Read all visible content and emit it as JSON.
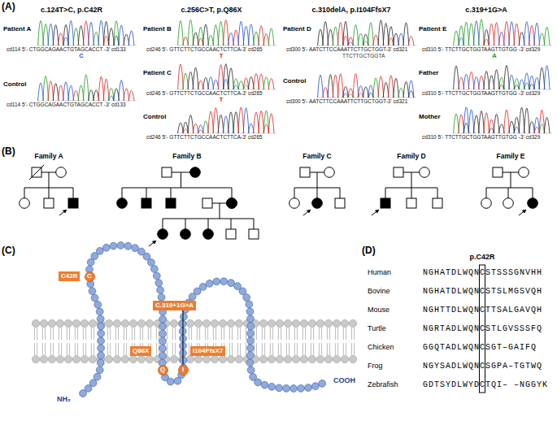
{
  "diagram": {
    "nodes": [
      {
        "text": [
          "C42R"
        ]
      },
      {
        "text": [
          "C"
        ]
      },
      {
        "text": [
          "C.319+1G>A"
        ]
      },
      {
        "text": [
          "Q86X"
        ]
      },
      {
        "text": [
          "Q"
        ]
      },
      {
        "text": [
          "I104FfsX7"
        ]
      },
      {
        "text": [
          "I"
        ]
      }
    ],
    "edges": [
      {
        "from": 2,
        "to": 6,
        "arrow": "none"
      }
    ],
    "labels": [
      "(A)",
      "c.124T>C, p.C42R",
      "Patient A",
      "cd114 5'- CTGGCAGAACTGTAGCACCT -3' cd133",
      "C",
      "Control",
      "cd114 5'- CTGGCAGAACTGTAGCACCT -3' cd133",
      "c.256C>T, p.Q86X",
      "Patient B",
      "cd246 5'- GTTCTTCTGCCAACTCTTCA-3' cd265",
      "T",
      "Patient C",
      "cd246 5'- GTTCTTCTGCCAACTCTTCA-3' cd265",
      "T",
      "Control",
      "cd246 5'- GTTCTTCTGCCAACTCTTCA-3' cd265",
      "c.310delA, p.I104FfsX7",
      "Patient D",
      "cd300 5'- AATCTTCCAAATTCTTGCTGGT-3' cd321",
      "TTCTTGCTGGTA",
      "Control",
      "cd300 5'- AATCTTCCAAATTCTTGCTGGT-3' cd321",
      "c.319+1G>A",
      "Patient E",
      "cd310 5'- TTCTTGCTGGTAAGTTGTGG -3' cd329",
      "A",
      "Father",
      "cd310 5'- TTCTTGCTGGTAAGTTGTGG -3' cd329",
      "Mother",
      "cd310 5'- TTCTTGCTGGTAAGTTGTGG -3' cd329",
      "(B)",
      "Family A",
      "Family B",
      "Family C",
      "Family D",
      "Family E",
      "(C)",
      "NH₂",
      "COOH",
      "(D)",
      "p.C42R",
      "Human",
      "Bovine",
      "Mouse",
      "Turtle",
      "Chicken",
      "Frog",
      "Zebrafish",
      "NGHATDLWQNCSTSSSGNVHH",
      "NGHATDLWQNCSTSLMGSVQH",
      "NGHTTDLWQNCTTSALGAVQH",
      "NGRTADLWQNCSTLGVSSSFQ",
      "GGQTADLWQNCSGT–GAIFQ",
      "NGYSADLWQNCSGPA–TGTWQ",
      "GDTSYDLWYDCTQI– –NGGYK"
    ]
  }
}
